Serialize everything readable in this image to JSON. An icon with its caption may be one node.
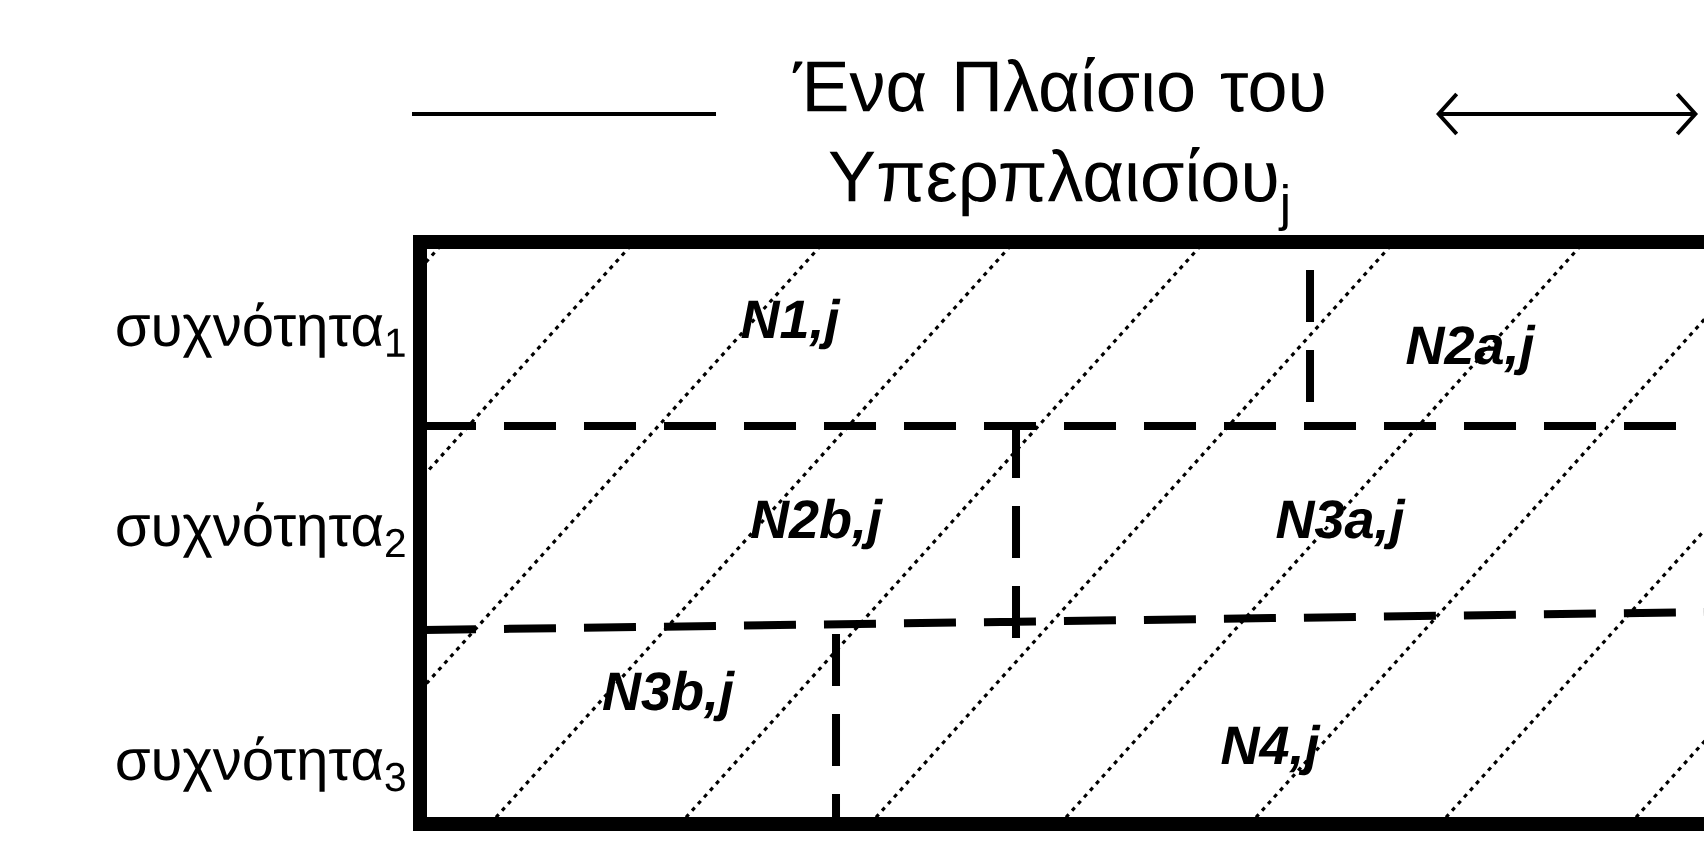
{
  "diagram": {
    "title": "Ένα Πλαίσιο του Υπερπλαισίου$_{j}$",
    "labels": [
      "συχνότητα$_{1}$",
      "N1,j",
      "N2a,j",
      "συχνότητα$_{2}$",
      "N2b,j",
      "N3a,j",
      "συχνότητα$_{3}$",
      "N3b,j",
      "N4,j"
    ]
  }
}
